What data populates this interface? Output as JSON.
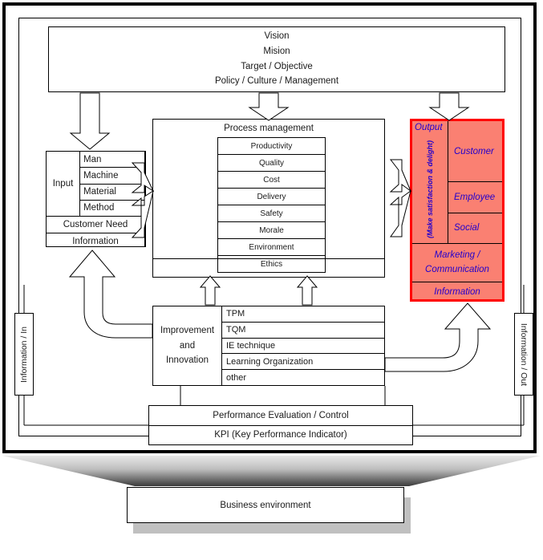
{
  "diagram": {
    "title_boxes": {
      "vision": {
        "lines": [
          "Vision",
          "Mision",
          "Target / Objective",
          "Policy / Culture / Management"
        ]
      }
    },
    "input": {
      "label": "Input",
      "resources": [
        "Man",
        "Machine",
        "Material",
        "Method"
      ],
      "extra_rows": [
        "Customer Need",
        "Information"
      ]
    },
    "process": {
      "title": "Process management",
      "items": [
        "Productivity",
        "Quality",
        "Cost",
        "Delivery",
        "Safety",
        "Morale",
        "Environment",
        "Ethics"
      ]
    },
    "output": {
      "label": "Output",
      "vertical_note": "(Make satisfaction & delight)",
      "stakeholders": [
        "Customer",
        "Employee",
        "Social"
      ],
      "marketing_line1": "Marketing /",
      "marketing_line2": "Communication",
      "information": "Information",
      "fill_color": "#fa8072",
      "border_color": "#ff0000",
      "text_color": "#2200cc"
    },
    "improvement": {
      "label_lines": [
        "Improvement",
        "and",
        "Innovation"
      ],
      "methods": [
        "TPM",
        "TQM",
        "IE technique",
        "Learning Organization",
        "other"
      ]
    },
    "performance": {
      "rows": [
        "Performance Evaluation / Control",
        "KPI (Key Performance Indicator)"
      ]
    },
    "side": {
      "information_in": "Information / In",
      "information_out": "Information / Out"
    },
    "environment": {
      "label": "Business environment"
    }
  }
}
